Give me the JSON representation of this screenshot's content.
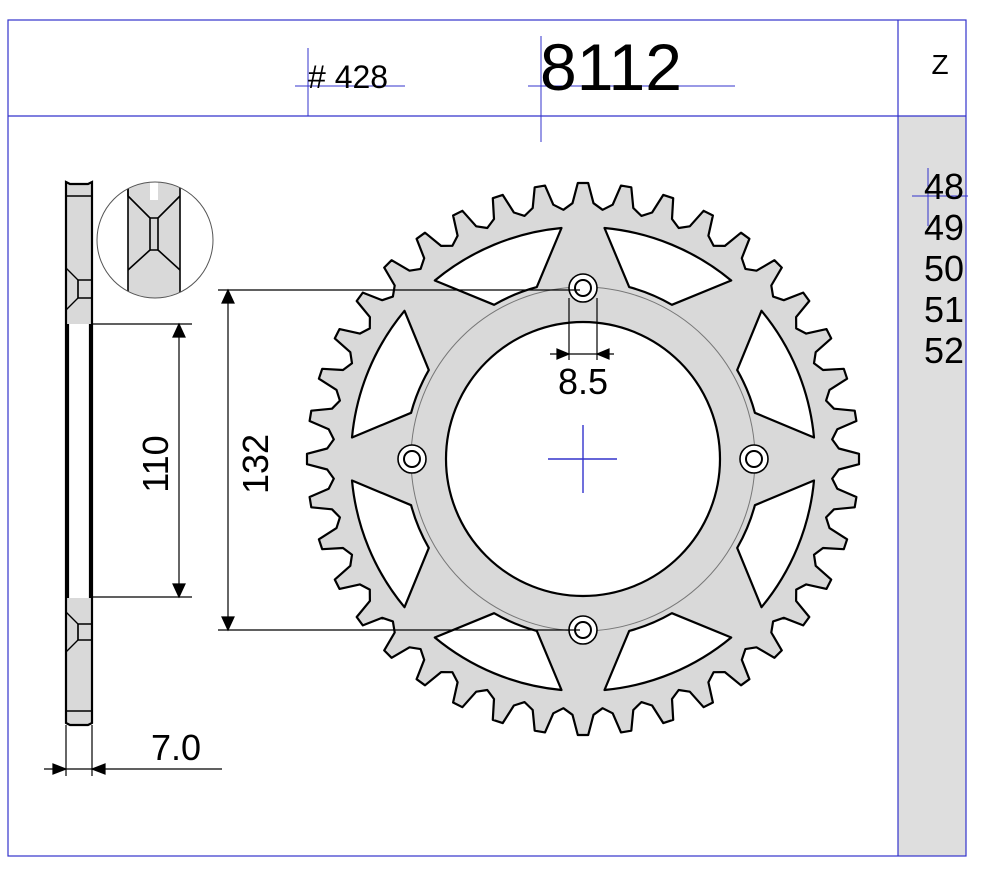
{
  "header": {
    "chain_pitch": "# 428",
    "part_number": "8112",
    "teeth_header": "Z"
  },
  "teeth_options": [
    "48",
    "49",
    "50",
    "51",
    "52"
  ],
  "dimensions": {
    "bolt_spacing_inner": "110",
    "bolt_spacing_outer": "132",
    "bolt_hole_diameter": "8.5",
    "thickness": "7.0"
  },
  "colors": {
    "border_blue": "#3333cc",
    "sprocket_fill": "#d9d9d9",
    "panel_fill": "#dedede",
    "line_black": "#000000"
  }
}
